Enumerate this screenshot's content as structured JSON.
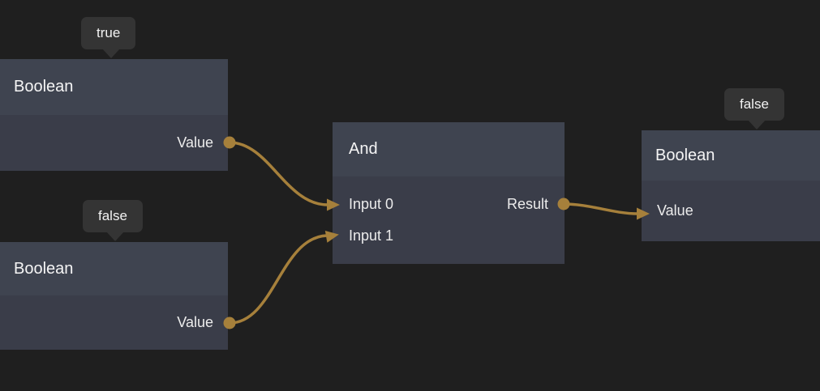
{
  "canvas": {
    "background_color": "#1f1f1f",
    "node_header_color": "#3f4450",
    "node_body_color": "#3a3d49",
    "tooltip_color": "#343434",
    "wire_color": "#a6803b"
  },
  "nodes": [
    {
      "id": "boolean-true",
      "title": "Boolean",
      "value_tooltip": "true",
      "outputs": [
        {
          "label": "Value"
        }
      ]
    },
    {
      "id": "boolean-false",
      "title": "Boolean",
      "value_tooltip": "false",
      "outputs": [
        {
          "label": "Value"
        }
      ]
    },
    {
      "id": "and",
      "title": "And",
      "inputs": [
        {
          "label": "Input 0"
        },
        {
          "label": "Input 1"
        }
      ],
      "outputs": [
        {
          "label": "Result"
        }
      ]
    },
    {
      "id": "boolean-result",
      "title": "Boolean",
      "value_tooltip": "false",
      "inputs": [
        {
          "label": "Value"
        }
      ]
    }
  ],
  "connections": [
    {
      "from": "boolean-true.Value",
      "to": "and.Input 0"
    },
    {
      "from": "boolean-false.Value",
      "to": "and.Input 1"
    },
    {
      "from": "and.Result",
      "to": "boolean-result.Value"
    }
  ]
}
